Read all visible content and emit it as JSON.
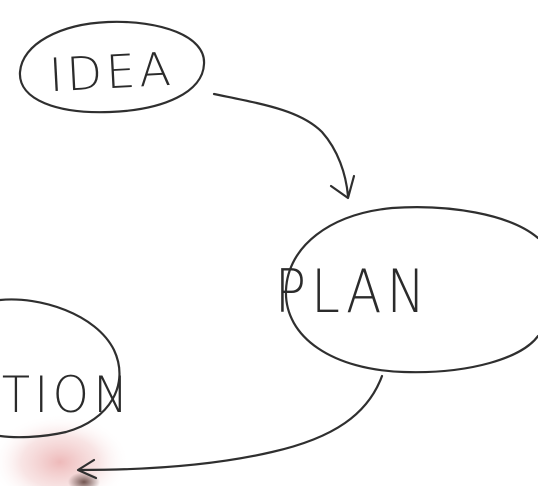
{
  "diagram": {
    "nodes": [
      {
        "id": "idea",
        "label": "IDEA"
      },
      {
        "id": "plan",
        "label": "PLAN"
      },
      {
        "id": "action",
        "label": "TION"
      }
    ],
    "edges": [
      {
        "from": "idea",
        "to": "plan"
      },
      {
        "from": "plan",
        "to": "action"
      }
    ]
  },
  "colors": {
    "ink": "#2f2f2f",
    "paper": "#ffffff",
    "blush": "#e9a9a9"
  }
}
